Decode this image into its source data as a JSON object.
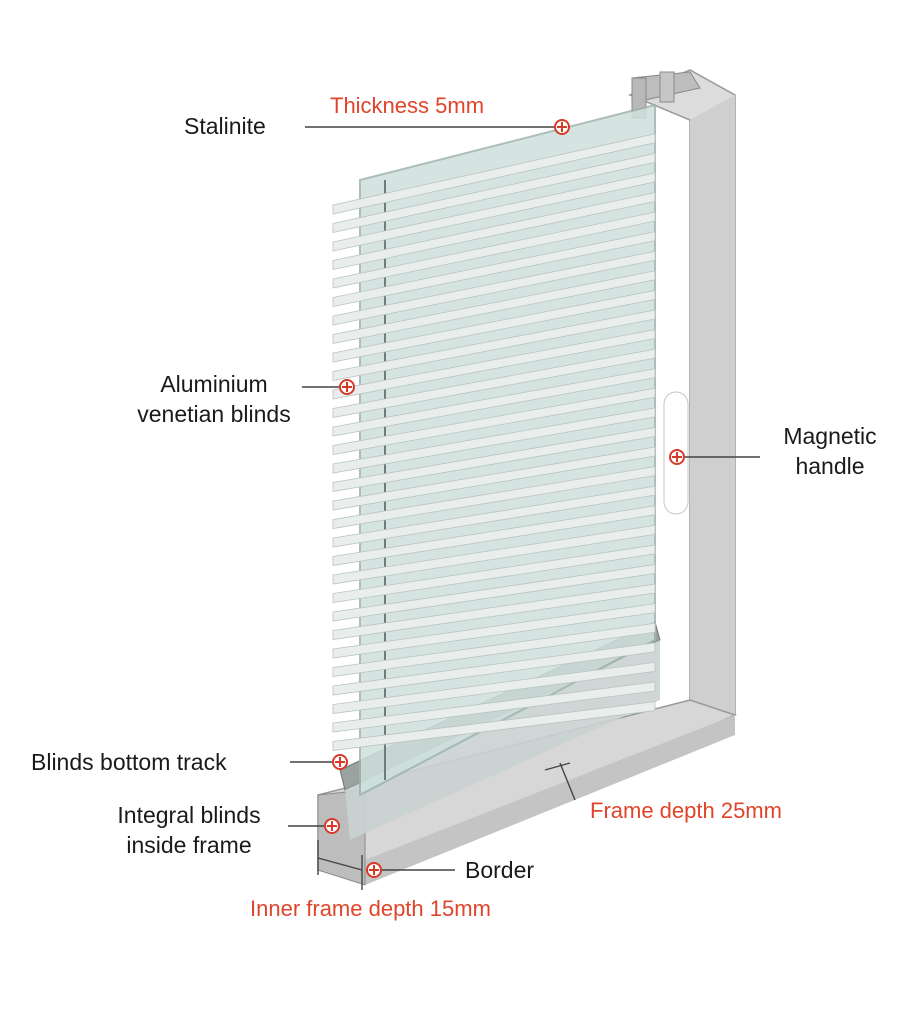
{
  "callouts": {
    "stalinite": "Stalinite",
    "aluminium_blinds": [
      "Aluminium",
      "venetian blinds"
    ],
    "magnetic_handle": [
      "Magnetic",
      "handle"
    ],
    "blinds_bottom_track": "Blinds bottom track",
    "integral_blinds": [
      "Integral blinds",
      "inside frame"
    ],
    "border": "Border"
  },
  "measurements": {
    "thickness": "Thickness 5mm",
    "frame_depth": "Frame depth 25mm",
    "inner_frame_depth": "Inner frame depth 15mm"
  },
  "colors": {
    "measurement_text": "#e0452b",
    "label_text": "#1a1a1a",
    "frame": "#d9d9d9",
    "glass": "#cfe0dc",
    "slat": "#e9eeec",
    "marker": "#d63a2a"
  }
}
